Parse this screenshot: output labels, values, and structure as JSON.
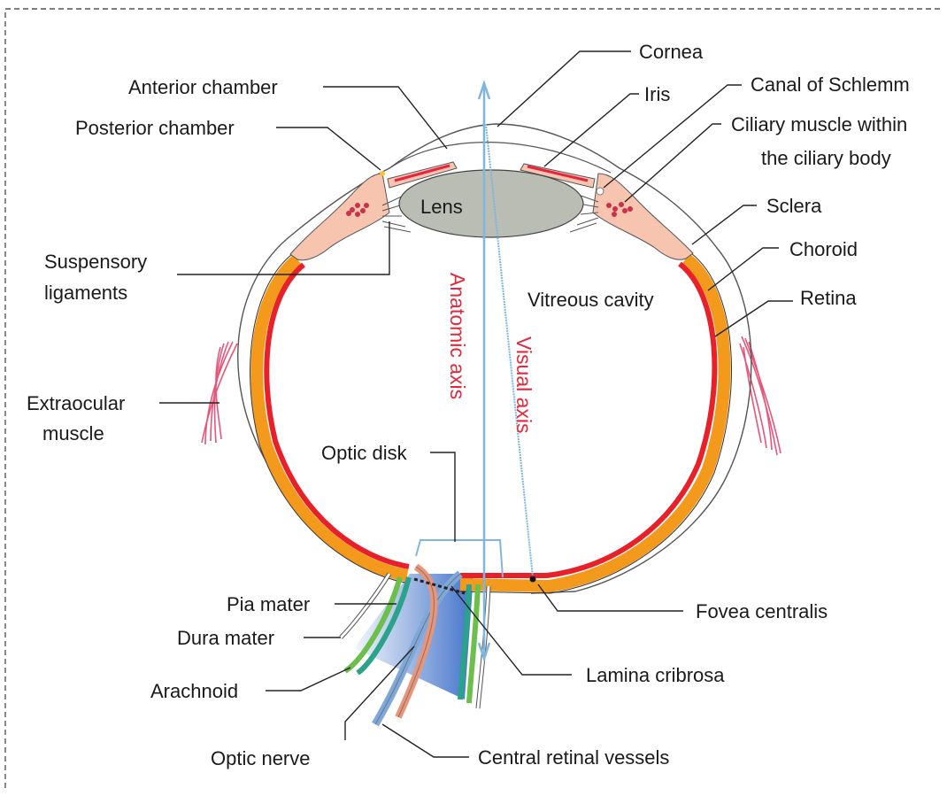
{
  "diagram": {
    "labels": {
      "cornea": "Cornea",
      "anterior_chamber": "Anterior chamber",
      "iris": "Iris",
      "canal_of_schlemm": "Canal of Schlemm",
      "posterior_chamber": "Posterior chamber",
      "ciliary_muscle_line1": "Ciliary muscle within",
      "ciliary_muscle_line2": "the ciliary body",
      "lens": "Lens",
      "sclera": "Sclera",
      "choroid": "Choroid",
      "suspensory_line1": "Suspensory",
      "suspensory_line2": "ligaments",
      "vitreous_cavity": "Vitreous cavity",
      "retina": "Retina",
      "anatomic_axis": "Anatomic axis",
      "visual_axis": "Visual axis",
      "extraocular_line1": "Extraocular",
      "extraocular_line2": "muscle",
      "optic_disk": "Optic disk",
      "pia_mater": "Pia mater",
      "fovea_centralis": "Fovea centralis",
      "dura_mater": "Dura mater",
      "lamina_cribrosa": "Lamina cribrosa",
      "arachnoid": "Arachnoid",
      "optic_nerve": "Optic nerve",
      "central_retinal_vessels": "Central retinal vessels"
    },
    "colors": {
      "choroid": "#f39a1d",
      "retina": "#e8202a",
      "ciliary": "#f7c4b0",
      "lens": "#b9bdb3",
      "iris": "#e8233f",
      "axis_line": "#7fb6e0",
      "axis_text": "#e02a3c",
      "pia": "#6bbf4a",
      "arachnoid": "#2aa38a",
      "vessel_artery": "#e8957a",
      "vessel_vein": "#7fa8d8",
      "muscle": "#e8557a",
      "border": "#555555"
    }
  }
}
